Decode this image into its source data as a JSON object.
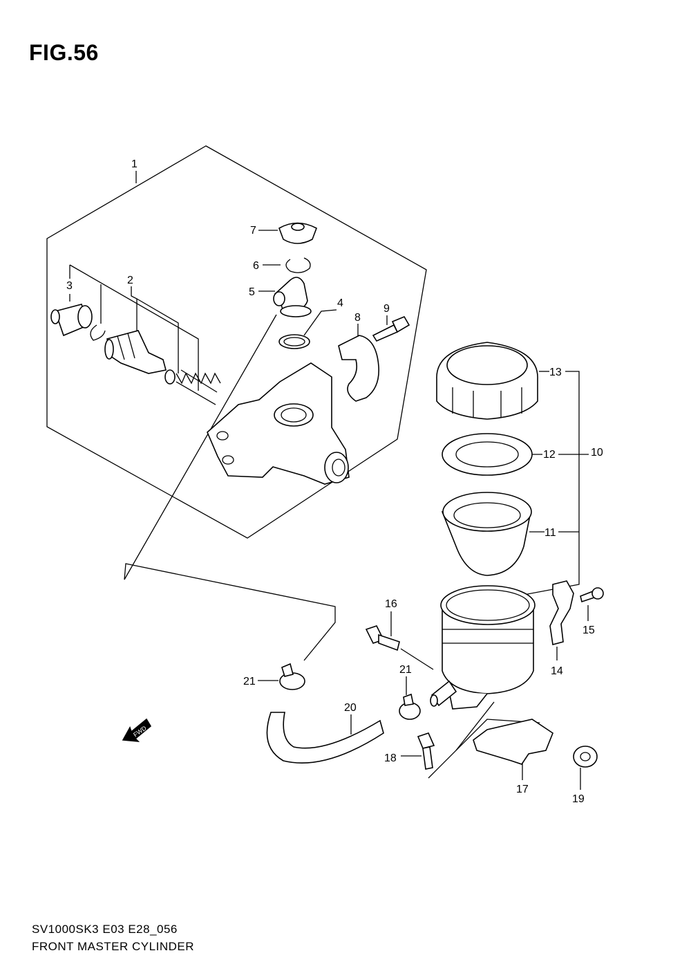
{
  "figure": {
    "title": "FIG.56",
    "model_code": "SV1000SK3 E03 E28_056",
    "name": "FRONT MASTER CYLINDER"
  },
  "fwd_label": "FWD",
  "callouts": [
    "1",
    "2",
    "3",
    "4",
    "5",
    "6",
    "7",
    "8",
    "9",
    "10",
    "11",
    "12",
    "13",
    "14",
    "15",
    "16",
    "17",
    "18",
    "19",
    "20",
    "21",
    "21"
  ],
  "icons": [
    "master-cylinder-body",
    "piston",
    "spring",
    "boot",
    "circlip",
    "o-ring",
    "hose-joint",
    "clamp",
    "bolt",
    "reservoir",
    "reservoir-cap",
    "diaphragm",
    "diaphragm-plate",
    "bracket",
    "nut",
    "hose",
    "hose-clip",
    "fwd-arrow"
  ]
}
